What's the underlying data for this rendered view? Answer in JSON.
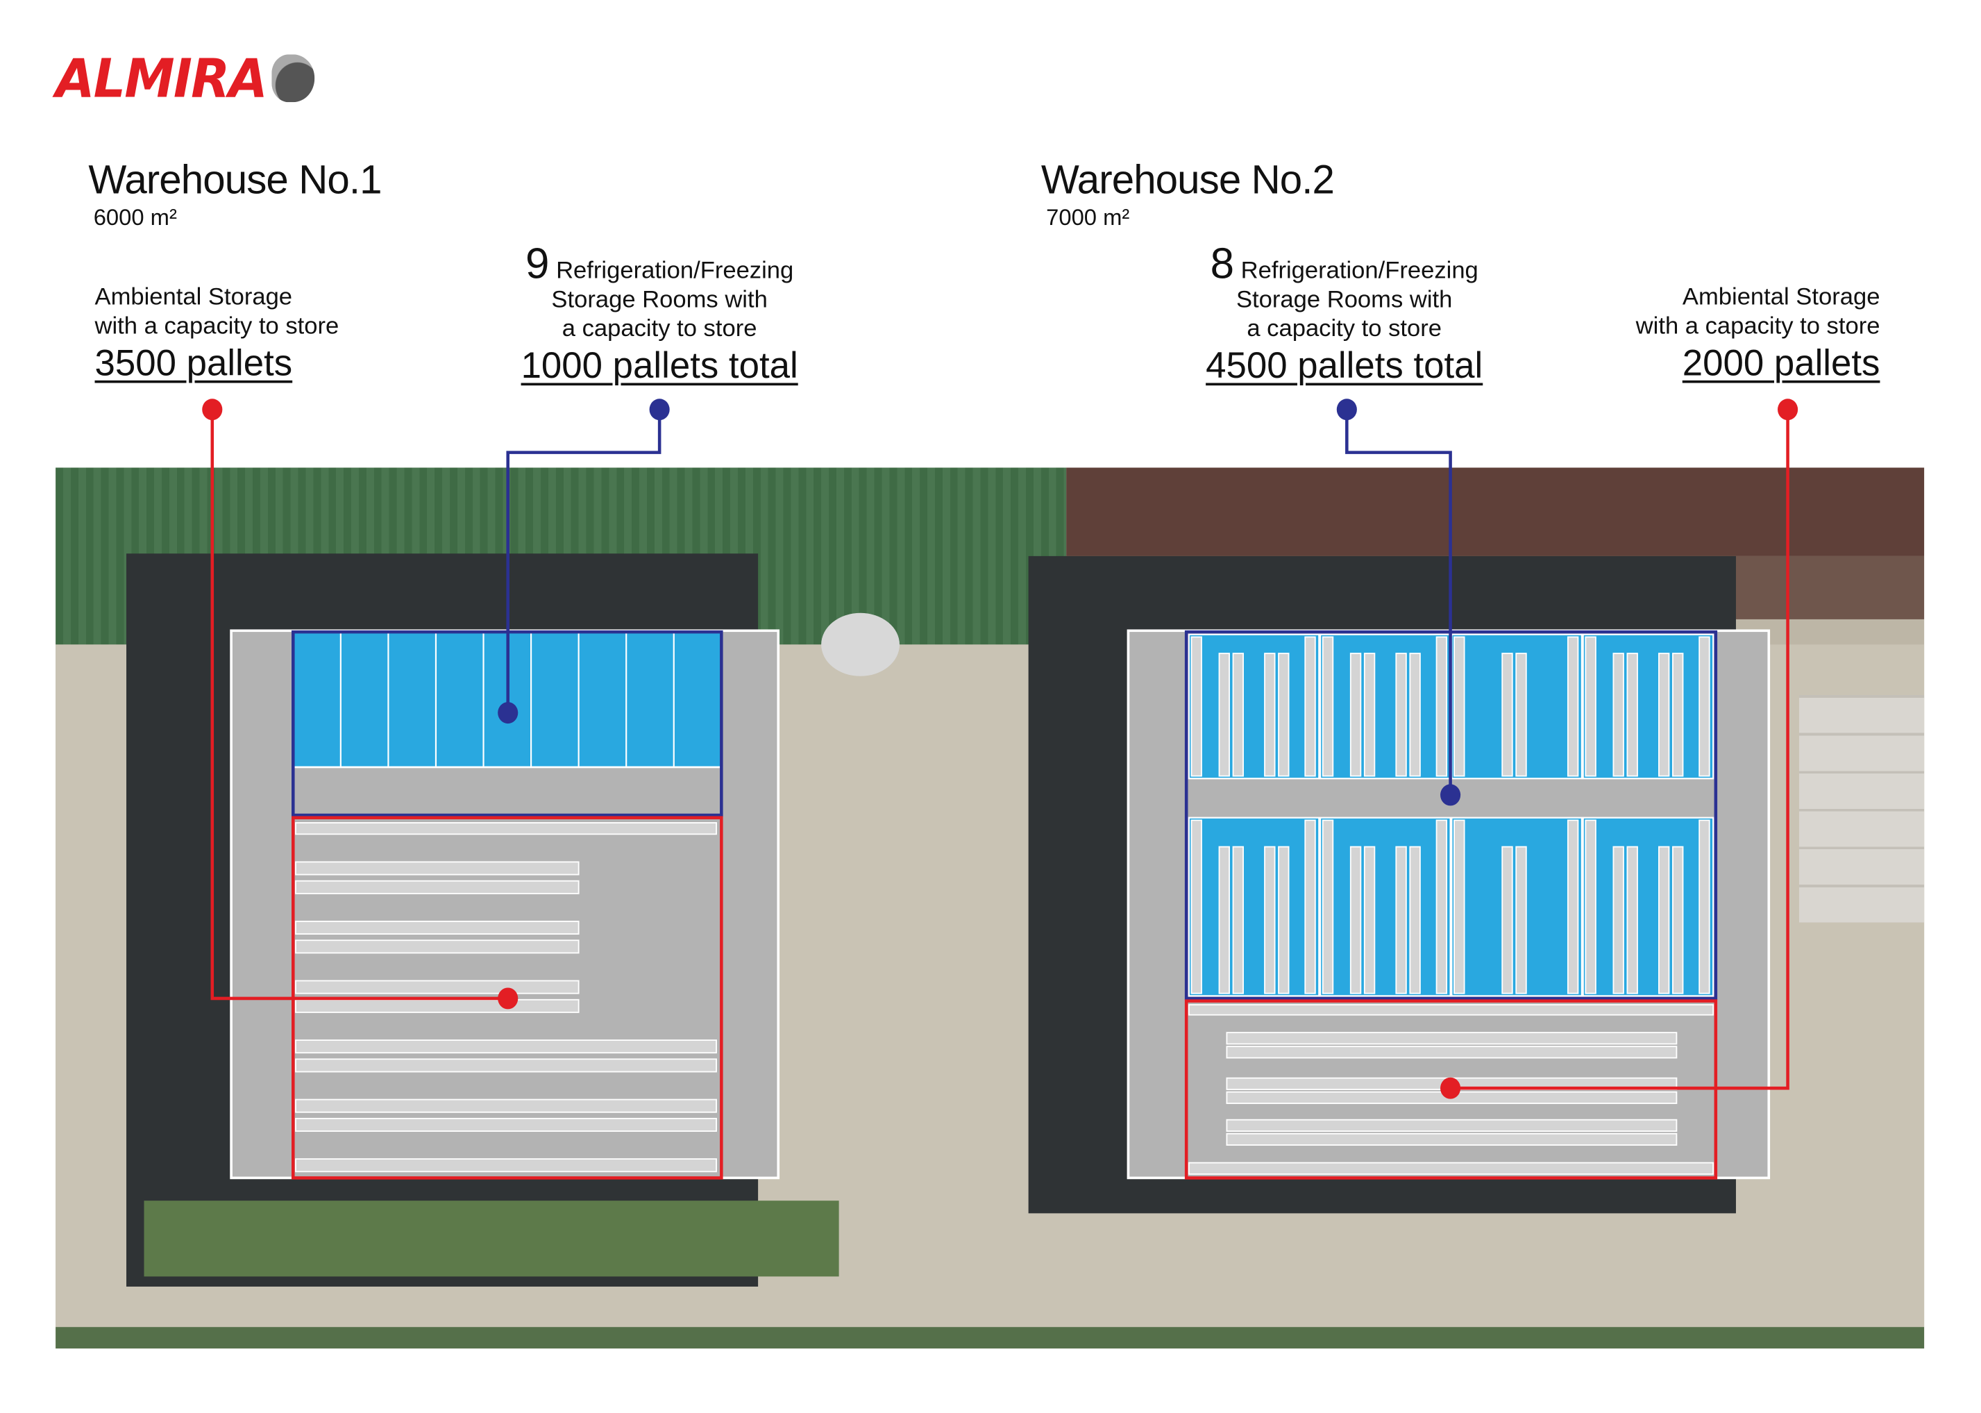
{
  "brand": {
    "logo_text": "ALMIRA"
  },
  "warehouses": [
    {
      "title": "Warehouse No.1",
      "area": "6000 m²",
      "ambient": {
        "line1": "Ambiental Storage",
        "line2": "with a capacity to store",
        "capacity": "3500 pallets"
      },
      "cold": {
        "count": "9",
        "line1": "Refrigeration/Freezing",
        "line2": "Storage Rooms with",
        "line3": "a capacity to store",
        "capacity": "1000 pallets total"
      }
    },
    {
      "title": "Warehouse No.2",
      "area": "7000 m²",
      "ambient": {
        "line1": "Ambiental Storage",
        "line2": "with a capacity to store",
        "capacity": "2000 pallets"
      },
      "cold": {
        "count": "8",
        "line1": "Refrigeration/Freezing",
        "line2": "Storage Rooms with",
        "line3": "a capacity to store",
        "capacity": "4500 pallets total"
      }
    }
  ],
  "colors": {
    "ambient": "#e31e24",
    "cold": "#2b3192",
    "cold_fill": "#29a8e0",
    "floor": "#b3b3b3",
    "rack": "#d4d4d4"
  }
}
